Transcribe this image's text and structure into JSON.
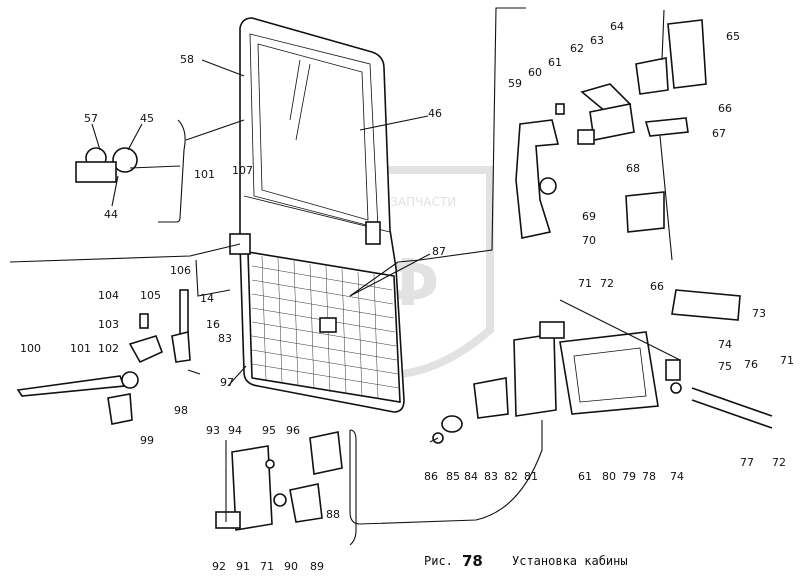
{
  "caption": {
    "prefix": "Рис.",
    "number": "78",
    "title": "Установка кабины"
  },
  "watermark": {
    "text": "ТЕХНИКА И ЗАПЧАСТИ",
    "logo": "ТФ"
  },
  "callouts": [
    "58",
    "46",
    "57",
    "45",
    "44",
    "101",
    "107",
    "106",
    "104",
    "105",
    "103",
    "100",
    "101",
    "102",
    "99",
    "98",
    "14",
    "16",
    "83",
    "97",
    "87",
    "59",
    "60",
    "61",
    "62",
    "63",
    "64",
    "65",
    "66",
    "67",
    "68",
    "69",
    "70",
    "71",
    "72",
    "66",
    "73",
    "74",
    "75",
    "76",
    "71",
    "77",
    "72",
    "86",
    "85",
    "84",
    "83",
    "82",
    "81",
    "61",
    "80",
    "79",
    "78",
    "74",
    "93",
    "94",
    "95",
    "96",
    "88",
    "92",
    "91",
    "71",
    "90",
    "89"
  ]
}
